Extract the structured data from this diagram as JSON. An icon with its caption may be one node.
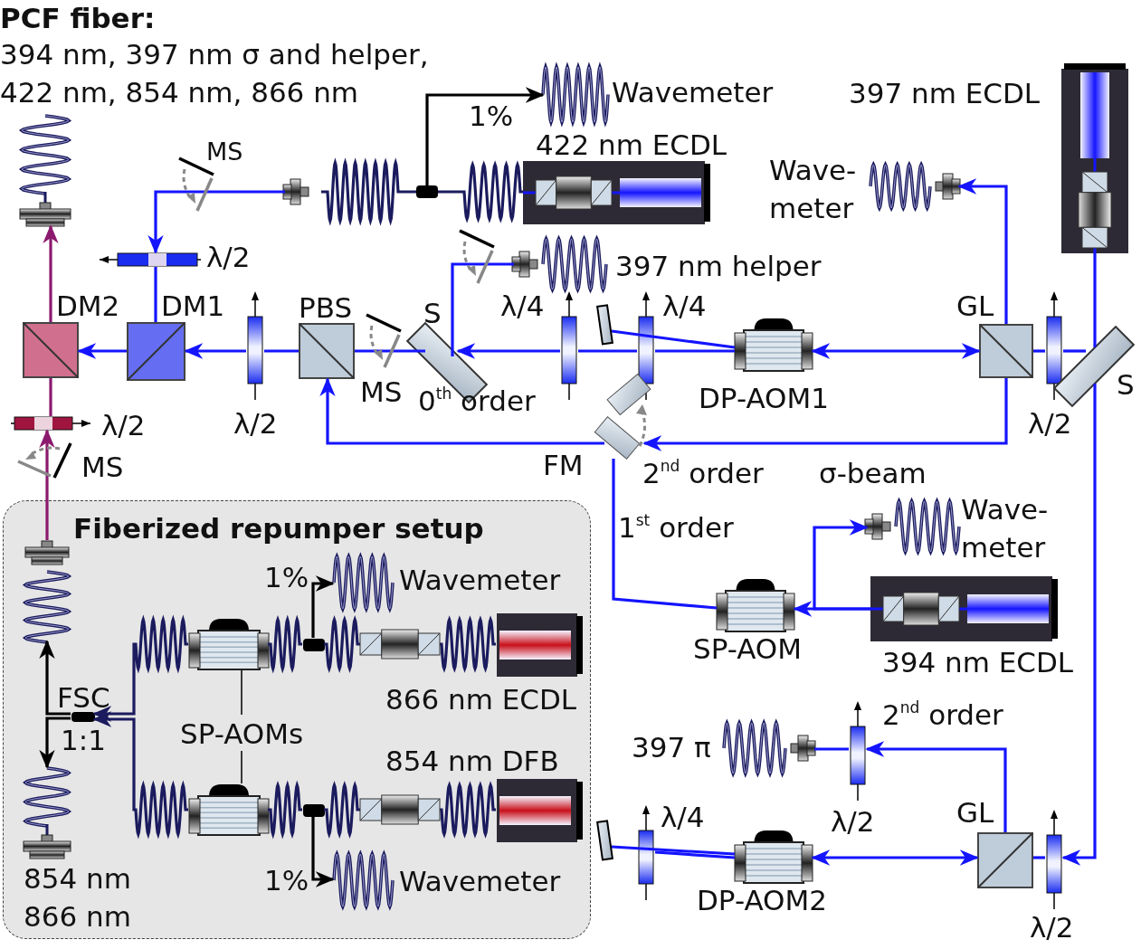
{
  "diagram": {
    "title": "PCF fiber:",
    "nodes": [
      {
        "text": [],
        "shape": "coil"
      },
      {
        "text": [
          "DM2"
        ]
      },
      {
        "text": [
          "DM1"
        ]
      },
      {
        "text": [
          "λ/2"
        ]
      },
      {
        "text": [
          "λ/2"
        ]
      },
      {
        "text": [
          "PBS"
        ]
      },
      {
        "text": [
          "S"
        ]
      },
      {
        "text": [
          "λ/4"
        ]
      },
      {
        "text": [
          "λ/4"
        ]
      },
      {
        "text": [
          "DP-AOM1"
        ]
      },
      {
        "text": [
          "GL"
        ]
      },
      {
        "text": [
          "λ/2"
        ]
      },
      {
        "text": [
          "S"
        ]
      },
      {
        "text": [
          "397 nm ECDL"
        ]
      },
      {
        "text": [
          "Wave- meter"
        ]
      },
      {
        "text": [
          "422 nm ECDL"
        ]
      },
      {
        "text": [
          "Wavemeter"
        ]
      },
      {
        "text": [
          "397 nm helper"
        ]
      },
      {
        "text": [
          "FM"
        ]
      },
      {
        "text": [
          "SP-AOM"
        ]
      },
      {
        "text": [
          "394 nm ECDL"
        ]
      },
      {
        "text": [
          "Wave- meter"
        ]
      },
      {
        "text": [
          "GL"
        ]
      },
      {
        "text": [
          "λ/2"
        ]
      },
      {
        "text": [
          "DP-AOM2"
        ]
      },
      {
        "text": [
          "λ/4"
        ]
      },
      {
        "text": [
          "λ/2"
        ]
      },
      {
        "text": [
          "397 π"
        ]
      },
      {
        "text": [
          "λ/2"
        ]
      },
      {
        "text": [
          "Fiberized repumper setup"
        ]
      },
      {
        "text": [],
        "shape": "coil",
        "in": 29
      },
      {
        "text": [
          "FSC"
        ],
        "beside": [
          "1:1"
        ],
        "in": 29
      },
      {
        "text": [],
        "shape": "box",
        "in": 29
      },
      {
        "text": [],
        "shape": "box",
        "in": 29
      },
      {
        "text": [
          "SP-AOMs"
        ],
        "in": 29
      },
      {
        "text": [
          "866 nm ECDL"
        ],
        "in": 29
      },
      {
        "text": [
          "854 nm DFB"
        ],
        "in": 29
      },
      {
        "text": [
          "Wavemeter"
        ],
        "in": 29
      },
      {
        "text": [
          "Wavemeter"
        ],
        "in": 29
      },
      {
        "text": [
          "854 nm 866 nm"
        ],
        "in": 29
      },
      {
        "text": [],
        "shape": "box",
        "in": 29
      },
      {
        "text": [],
        "shape": "box",
        "in": 29
      },
      {
        "text": [],
        "shape": "box"
      },
      {
        "text": [],
        "shape": "coupler"
      }
    ],
    "edges": [
      {
        "from": 15,
        "to": 42,
        "arrow": "none",
        "color": "#1b1b5e"
      },
      {
        "from": 42,
        "to": 16,
        "arrow": "to",
        "color": "#000000"
      },
      {
        "from": 42,
        "to": 43,
        "arrow": "none",
        "color": "#1b1b5e"
      },
      {
        "from": 43,
        "to": 3,
        "arrow": "to"
      },
      {
        "from": 3,
        "to": 2,
        "arrow": "none"
      },
      {
        "from": 2,
        "to": 1,
        "arrow": "to"
      },
      {
        "from": 1,
        "to": 0,
        "arrow": "to",
        "color": "#8b1a6e"
      },
      {
        "from": 5,
        "to": 4,
        "arrow": "none"
      },
      {
        "from": 4,
        "to": 2,
        "arrow": "to"
      },
      {
        "from": 6,
        "to": 5,
        "arrow": "none"
      },
      {
        "from": 7,
        "to": 6,
        "arrow": "to"
      },
      {
        "from": 8,
        "to": 7,
        "arrow": "none"
      },
      {
        "from": 9,
        "to": 8,
        "arrow": "none"
      },
      {
        "from": 10,
        "to": 9,
        "arrow": "both"
      },
      {
        "from": 11,
        "to": 10,
        "arrow": "none"
      },
      {
        "from": 12,
        "to": 11,
        "arrow": "none"
      },
      {
        "from": 13,
        "to": 12,
        "arrow": "none"
      },
      {
        "from": 12,
        "to": 23,
        "arrow": "to"
      },
      {
        "from": 23,
        "to": 22,
        "arrow": "none"
      },
      {
        "from": 22,
        "to": 24,
        "arrow": "both"
      },
      {
        "from": 24,
        "to": 25,
        "arrow": "none"
      },
      {
        "from": 22,
        "to": 26,
        "arrow": "to"
      },
      {
        "from": 26,
        "to": 27,
        "arrow": "none"
      },
      {
        "from": 10,
        "to": 14,
        "arrow": "to"
      },
      {
        "from": 10,
        "to": 18,
        "arrow": "to"
      },
      {
        "from": 6,
        "to": 17,
        "arrow": "none"
      },
      {
        "from": 19,
        "to": 18,
        "arrow": "none"
      },
      {
        "from": 20,
        "to": 19,
        "arrow": "to"
      },
      {
        "from": 20,
        "to": 21,
        "arrow": "to"
      },
      {
        "from": 28,
        "to": 1,
        "arrow": "none",
        "color": "#8b1a6e"
      },
      {
        "from": 30,
        "to": 28,
        "arrow": "to",
        "color": "#8b1a6e"
      },
      {
        "from": 31,
        "to": 30,
        "arrow": "to",
        "color": "#000000"
      },
      {
        "from": 31,
        "to": 39,
        "arrow": "to",
        "color": "#000000"
      },
      {
        "from": 32,
        "to": 31,
        "arrow": "to",
        "color": "#1b1b5e"
      },
      {
        "from": 33,
        "to": 31,
        "arrow": "to",
        "color": "#1b1b5e"
      },
      {
        "from": 40,
        "to": 32,
        "arrow": "none",
        "color": "#1b1b5e"
      },
      {
        "from": 35,
        "to": 40,
        "arrow": "none",
        "color": "#1b1b5e"
      },
      {
        "from": 40,
        "to": 37,
        "arrow": "to",
        "color": "#000000"
      },
      {
        "from": 36,
        "to": 41,
        "arrow": "none",
        "color": "#1b1b5e"
      },
      {
        "from": 41,
        "to": 33,
        "arrow": "none",
        "color": "#1b1b5e"
      },
      {
        "from": 41,
        "to": 38,
        "arrow": "to",
        "color": "#000000"
      },
      {
        "from": 34,
        "to": 32,
        "arrow": "none",
        "color": "#000000"
      },
      {
        "from": 34,
        "to": 33,
        "arrow": "none",
        "color": "#000000"
      },
      {
        "from": 18,
        "to": 5,
        "arrow": "to"
      }
    ],
    "labels": [
      "394 nm, 397 nm σ and helper, 422 nm, 854 nm, 866 nm",
      "MS",
      "1%",
      "MS",
      "0$^{th}$ order",
      "MS",
      "2$^{nd}$ order",
      "σ-beam",
      "1$^{st}$ order",
      "1%",
      "1%",
      "2$^{nd}$ order"
    ]
  }
}
